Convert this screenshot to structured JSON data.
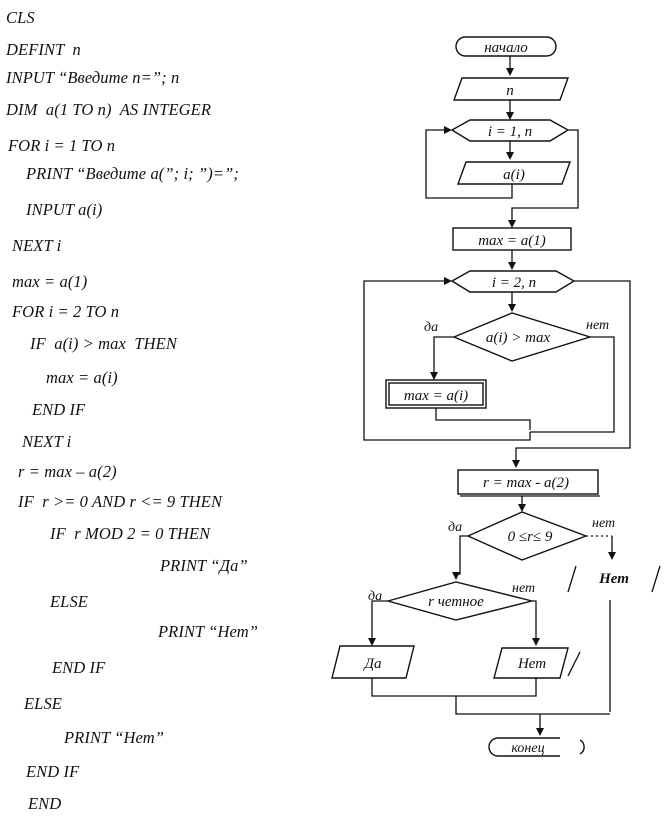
{
  "code": {
    "lines": [
      "CLS",
      "DEFINT  n",
      "INPUT “Введите n=”; n",
      "DIM  a(1 TO n)  AS INTEGER",
      "FOR i = 1 TO n",
      "PRINT “Введите a(”; i; ”)=”;",
      "INPUT a(i)",
      "NEXT i",
      "max = a(1)",
      "FOR i = 2 TO n",
      "IF  a(i) > max  THEN",
      "max = a(i)",
      "END IF",
      "NEXT i",
      "r = max – a(2)",
      "IF  r >= 0 AND r <= 9 THEN",
      "IF  r MOD 2 = 0 THEN",
      "PRINT “Да”",
      "ELSE",
      "PRINT “Нет”",
      "END IF",
      "ELSE",
      "PRINT “Нет”",
      "END IF",
      "END"
    ]
  },
  "flowchart": {
    "start": "начало",
    "input_n": "n",
    "loop1": "i = 1, n",
    "input_ai": "a(i)",
    "assign_max1": "max = a(1)",
    "loop2": "i = 2, n",
    "cond_max": "a(i) > max",
    "assign_max2": "max = a(i)",
    "assign_r": "r = max - a(2)",
    "cond_range": "0  ≤r≤  9",
    "cond_even": "r четное",
    "out_yes": "Да",
    "out_no_inner": "Нет",
    "out_no_outer": "Нет",
    "end": "конец",
    "yes_label": "да",
    "no_label": "нет"
  }
}
